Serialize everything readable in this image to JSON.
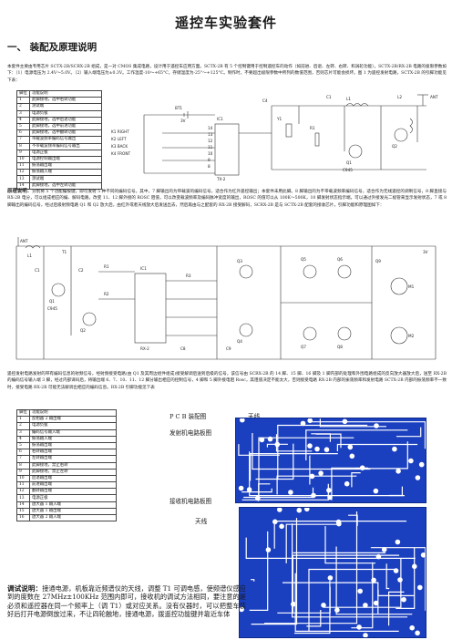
{
  "title": "遥控车实验套件",
  "section1": "一、  装配及原理说明",
  "intro": "本套件主要由专用芯片 SCTX-2B/SCRX-2B 组成，是一对 CMOS 集成电路，设计用于遥控车应用方面。SCTX-2B 有 5 个控制键用于控制遥控车的动作（如前进、后退、左转、右转、和涡轮功能），SCTX-2B/RX-2B 电路的极限参数如下：（1）电源电压为 2.4V～5.0V。（2）输入端电压为±0.3V。工作温度-10～+65°C，存储温度为-25°～+125°C。制作时，不要超出极限参数中所列的数值范围，否则芯片可能会损坏。图 1 为遥控发射电路，SCTX-2B 的引脚功能见下表：",
  "tx_table": {
    "header": [
      "脚位",
      "功能说明"
    ],
    "rows": [
      [
        "1",
        "此脚接地，选中右转功能"
      ],
      [
        "2",
        "测试端"
      ],
      [
        "3",
        "电源负极"
      ],
      [
        "4",
        "此脚接地，选中后退功能"
      ],
      [
        "5",
        "此脚接地，选中前进功能"
      ],
      [
        "6",
        "此脚接地，选中翻转功能"
      ],
      [
        "7",
        "带载波频率编码信号输出"
      ],
      [
        "8",
        "不带载波频率编码信号输出"
      ],
      [
        "9",
        "电源正极"
      ],
      [
        "10",
        "电源控制输出端"
      ],
      [
        "11",
        "振荡输出端"
      ],
      [
        "12",
        "振荡输入端"
      ],
      [
        "13",
        "测试端"
      ],
      [
        "14",
        "此脚接地，选中左转功能"
      ]
    ]
  },
  "schem1": {
    "labels": [
      "K1 RIGHT",
      "K2 LEFT",
      "K3 BACK",
      "K4 FRONT",
      "IC1",
      "TX-2",
      "BT1",
      "3V",
      "C4",
      "L2",
      "C1",
      "L1",
      "Q1",
      "C945",
      "Q2",
      "Y1",
      "R1",
      "ANT"
    ],
    "pins": [
      "14",
      "13",
      "12",
      "11",
      "10",
      "9",
      "8"
    ]
  },
  "principle": {
    "heading": "原理说明：",
    "text": "分别将 5 个功能编按键，即可发射 5 种不同的编码信号。其中，7 脚输出的为带载波的编码信号，适合作为红外遥控输出；本套件未用此脚。8 脚输出的为不带载波频率编码信号，适合作为无线遥控的调制信号，8 脚直接与 RX-2B 电分，可以组成相应的编、解码电路。改变 11、12 脚外接的 ROSC 阻值，可以改变载波频率及编码脉冲宽度的输出，ROSC 的值可以从 100K～500K，10 脚发射状态指示端，可以通过外接发光二极管来显示发射状态，7 或 8 脚输出的编码信号，经过后级射频电路 Q1 和 Q2 放大后，由红外或者天线放大后发送出去，然后再由与之配套的 RX-2B 接受解码，SCRX-2B 是与 SCTX-2B 配套的接收芯片，引脚功能和原理图如下："
  },
  "schem2": {
    "labels": [
      "ANT",
      "L1",
      "C1",
      "C2",
      "Q1",
      "C945",
      "Q2",
      "Q3",
      "R1",
      "R2",
      "R3",
      "IC1",
      "RX-2",
      "M1",
      "M2",
      "Q4",
      "Q5",
      "Q6",
      "Q7",
      "Q8",
      "Q9",
      "C8",
      "C9",
      "3V",
      "T1"
    ]
  },
  "rx_intro": "遥控发射电路发射的带有编码信息的射频信号，经射频接受电路(由 Q1 及其周边组件组成)接受解调后送到后级的信号，该信号由 SCRX-2B 的 14 脚、15 脚、16 脚及 1 脚内部的处理和外围电路组成的反向放大器放大后，送至 RX-2B 的编码信号输入端 3 脚，经过内部译码后，将输出端 6、7、10、11、12 脚分输出相应的控制信号，4 脚和 5 脚外接电阻 Rosc，其阻值决定不能太大，否则接受电路 RX-2B 内部的振荡频率和发射电路 SCTX-2B 内部的振荡频率不一致时，接受电路 RX-2B 可能无法解调出相应的编码信息。RX-2B 引脚功能见下表",
  "rx_table": {
    "header": [
      "脚位",
      "功能说明"
    ],
    "rows": [
      [
        "1",
        "反相器 2 输出端"
      ],
      [
        "2",
        "电源负极"
      ],
      [
        "3",
        "编码信号输入端"
      ],
      [
        "4",
        "振荡输入端"
      ],
      [
        "5",
        "振荡输出端"
      ],
      [
        "6",
        "右转输出端"
      ],
      [
        "7",
        "左转输出端"
      ],
      [
        "8",
        "此脚接地，禁止右转"
      ],
      [
        "9",
        "此脚接地，禁止左转"
      ],
      [
        "10",
        "后退输出端"
      ],
      [
        "11",
        "前进输出端"
      ],
      [
        "12",
        "翻转输出端"
      ],
      [
        "13",
        "电源正极"
      ],
      [
        "14",
        "放大器 1 输入端"
      ],
      [
        "15",
        "放大器 1 输出端"
      ],
      [
        "16",
        "放大器 2 输入端"
      ]
    ]
  },
  "pcb": {
    "heading": "P C B 装配图",
    "antenna1": "天线",
    "tx_board": "发射机电路板图",
    "rx_board": "接收机电路板图",
    "antenna2": "天线",
    "colors": {
      "board": "#1a3fbf",
      "trace": "#ffffff"
    }
  },
  "debug": {
    "heading": "调试说明：",
    "text": "接通电源，机板靠近频谱仪的天线，调整 T1 可调电感，使频谱仪感应到的度数在 27MHz±100KHz 范围内即可，接收机的调试方法相同，要注意的是必须和遥控器在同一个频率上（调 T1）或对应关系。没有仪器时，可以把整车装好后打开电源倒放过来，不让四轮触地，接通电源，拨遥控功能键并靠近车体"
  }
}
